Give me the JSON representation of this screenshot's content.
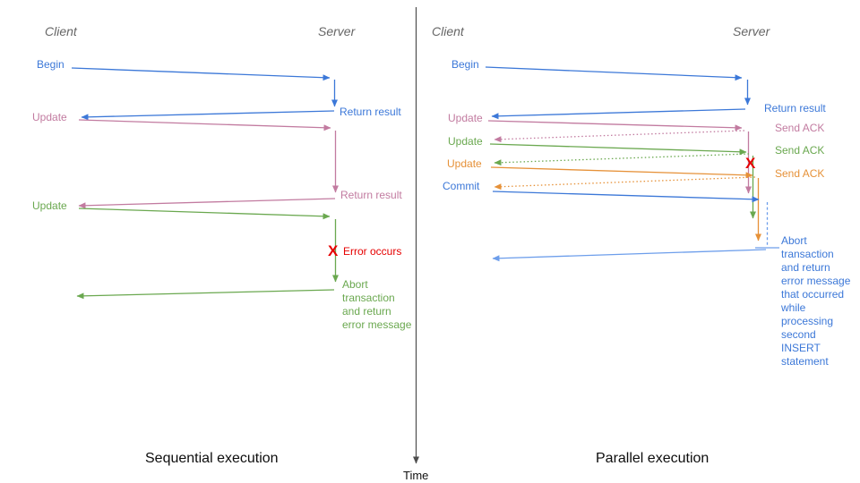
{
  "colors": {
    "blue": "#3c78d8",
    "light_blue": "#6d9eeb",
    "pink": "#c27ba0",
    "green": "#6aa84f",
    "orange": "#e69138",
    "red": "#e60000",
    "header_gray": "#666666",
    "axis_gray": "#4d4d4d"
  },
  "time_axis": {
    "label": "Time"
  },
  "sequential": {
    "title": "Sequential execution",
    "client_header": "Client",
    "server_header": "Server",
    "labels": {
      "begin": "Begin",
      "update1": "Update",
      "update2": "Update",
      "return_result1": "Return result",
      "return_result2": "Return result",
      "error_mark": "X",
      "error_text": "Error occurs",
      "abort_note": "Abort\ntransaction\nand return\nerror message"
    }
  },
  "parallel": {
    "title": "Parallel execution",
    "client_header": "Client",
    "server_header": "Server",
    "labels": {
      "begin": "Begin",
      "return_result": "Return result",
      "update1": "Update",
      "update2": "Update",
      "update3": "Update",
      "commit": "Commit",
      "send_ack1": "Send ACK",
      "send_ack2": "Send ACK",
      "send_ack3": "Send ACK",
      "error_mark": "X",
      "abort_note": "Abort\ntransaction\nand return\nerror message\nthat occurred\nwhile\nprocessing\nsecond\nINSERT\nstatement"
    }
  }
}
